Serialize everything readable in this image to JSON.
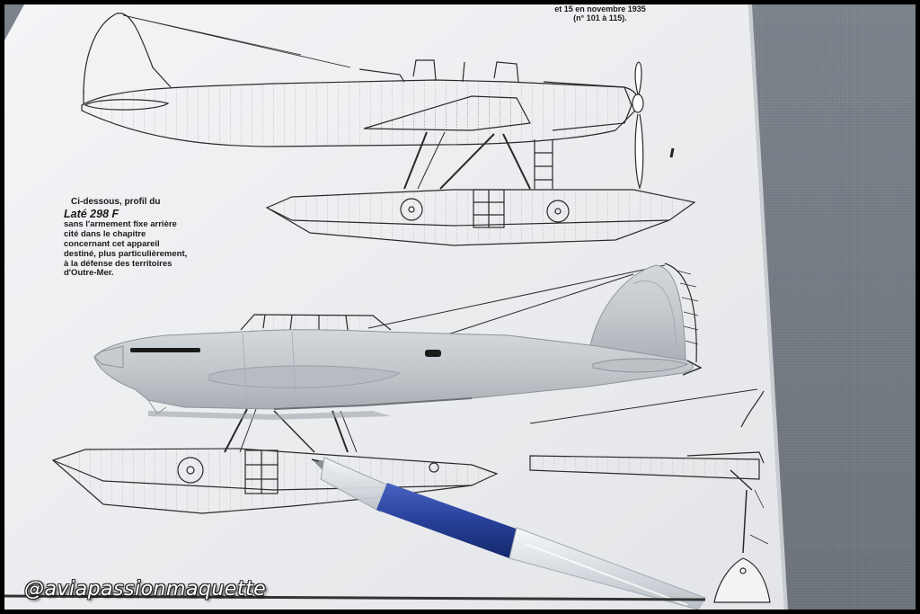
{
  "photo": {
    "description_text": {
      "header_line1": "et 15 en novembre 1935",
      "header_line2": "(n° 101 à 115).",
      "caption_line1": "Ci-dessous, profil du",
      "caption_line2": "Laté 298 F",
      "caption_line3": "sans l'armement fixe arrière",
      "caption_line4": "cité dans le chapitre",
      "caption_line5": "concernant cet appareil",
      "caption_line6": "destiné, plus particulièrement,",
      "caption_line7": "à la défense des territoires",
      "caption_line8": "d'Outre-Mer."
    },
    "watermark": "@aviapassionmaquette",
    "colors": {
      "paper": "#eeeff1",
      "cloth": "#767c85",
      "model_grey": "#c2c7cc",
      "pen_blue": "#27409a",
      "ink": "#2a2a2a"
    }
  }
}
